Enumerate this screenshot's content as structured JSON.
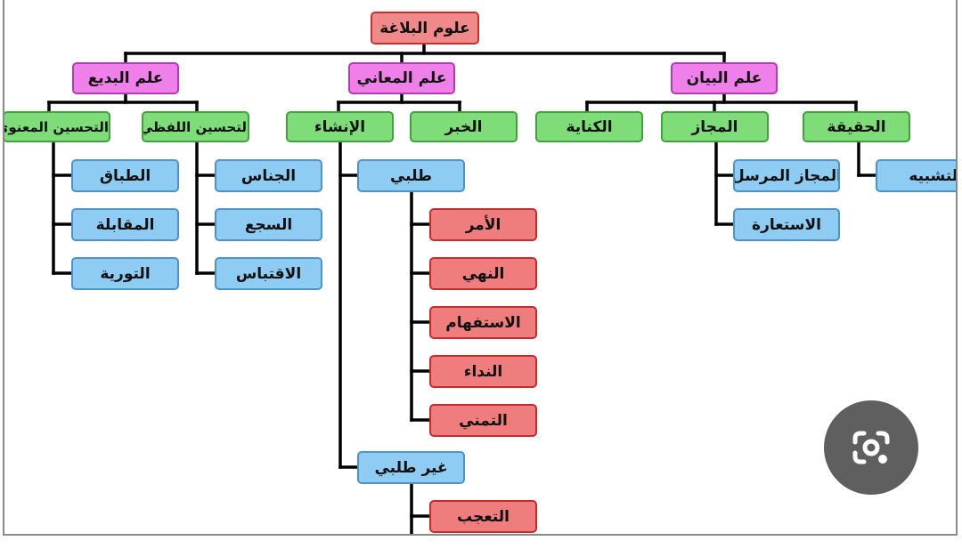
{
  "diagram": {
    "root": "علوم البلاغة",
    "bayan": {
      "title": "علم البيان",
      "haqiqa": "الحقيقة",
      "tashbih": "التشبيه",
      "majaz": "المجاز",
      "majaz_mursal": "المجاز المرسل",
      "istiara": "الاستعارة",
      "kinaya": "الكناية"
    },
    "maani": {
      "title": "علم المعاني",
      "khabar": "الخبر",
      "inshaa": "الإنشاء",
      "talabi": "طلبي",
      "talabi_items": [
        "الأمر",
        "النهي",
        "الاستفهام",
        "النداء",
        "التمني"
      ],
      "ghair_talabi": "غير طلبي",
      "ghair_talabi_items": [
        "التعجب"
      ]
    },
    "badee": {
      "title": "علم البديع",
      "lafzi": "التحسين اللفظي",
      "lafzi_items": [
        "الجناس",
        "السجع",
        "الاقتباس"
      ],
      "manawi": "التحسين المعنوي",
      "manawi_items": [
        "الطباق",
        "المقابلة",
        "التورية"
      ]
    }
  },
  "lens_button": {
    "icon": "camera-lens-icon",
    "color": "#5f5f5f"
  },
  "colors": {
    "root": "#f08a8a",
    "level1": "#ef7fe9",
    "level2": "#7fdd79",
    "leaf_blue": "#8fccf3",
    "leaf_red": "#f07d7d",
    "connector": "#000000"
  }
}
